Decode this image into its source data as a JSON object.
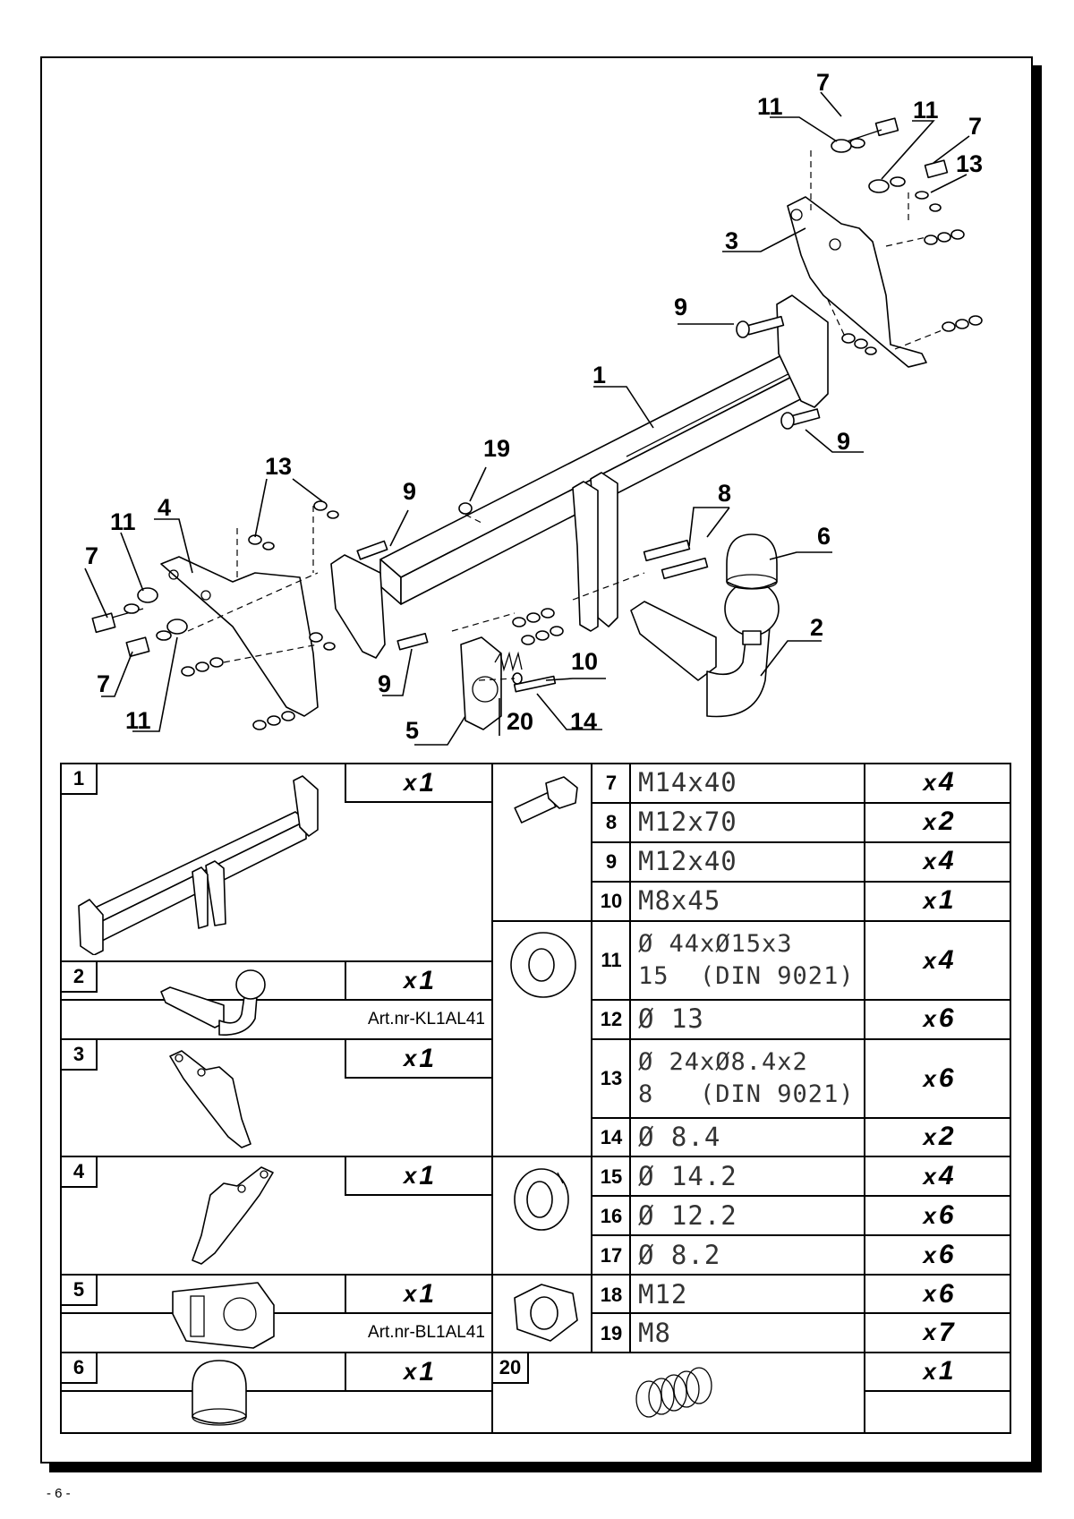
{
  "callouts": {
    "c1": "1",
    "c2": "2",
    "c3": "3",
    "c4": "4",
    "c5": "5",
    "c6": "6",
    "c7a": "7",
    "c7b": "7",
    "c7c": "7",
    "c7d": "7",
    "c8": "8",
    "c9a": "9",
    "c9b": "9",
    "c9c": "9",
    "c9d": "9",
    "c10": "10",
    "c11a": "11",
    "c11b": "11",
    "c11c": "11",
    "c11d": "11",
    "c13a": "13",
    "c13b": "13",
    "c14": "14",
    "c19": "19",
    "c20": "20"
  },
  "parts_table": {
    "left": [
      {
        "no": "1",
        "qty": "1",
        "art": ""
      },
      {
        "no": "2",
        "qty": "1",
        "art": "Art.nr-KL1AL41"
      },
      {
        "no": "3",
        "qty": "1",
        "art": ""
      },
      {
        "no": "4",
        "qty": "1",
        "art": ""
      },
      {
        "no": "5",
        "qty": "1",
        "art": "Art.nr-BL1AL41"
      },
      {
        "no": "6",
        "qty": "1",
        "art": ""
      }
    ],
    "right": [
      {
        "no": "7",
        "spec": "M14x40",
        "qty": "4"
      },
      {
        "no": "8",
        "spec": "M12x70",
        "qty": "2"
      },
      {
        "no": "9",
        "spec": "M12x40",
        "qty": "4"
      },
      {
        "no": "10",
        "spec": "M8x45",
        "qty": "1"
      },
      {
        "no": "11",
        "spec": "Ø 44xØ15x3",
        "spec2": "15  (DIN 9021)",
        "qty": "4"
      },
      {
        "no": "12",
        "spec": "Ø 13",
        "qty": "6"
      },
      {
        "no": "13",
        "spec": "Ø 24xØ8.4x2",
        "spec2": "8   (DIN 9021)",
        "qty": "6"
      },
      {
        "no": "14",
        "spec": "Ø 8.4",
        "qty": "2"
      },
      {
        "no": "15",
        "spec": "Ø 14.2",
        "qty": "4"
      },
      {
        "no": "16",
        "spec": "Ø 12.2",
        "qty": "6"
      },
      {
        "no": "17",
        "spec": "Ø 8.2",
        "qty": "6"
      },
      {
        "no": "18",
        "spec": "M12",
        "qty": "6"
      },
      {
        "no": "19",
        "spec": "M8",
        "qty": "7"
      },
      {
        "no": "20",
        "spec": "",
        "qty": "1"
      }
    ],
    "qty_prefix": "x"
  },
  "footer": {
    "page": "- 6 -"
  }
}
